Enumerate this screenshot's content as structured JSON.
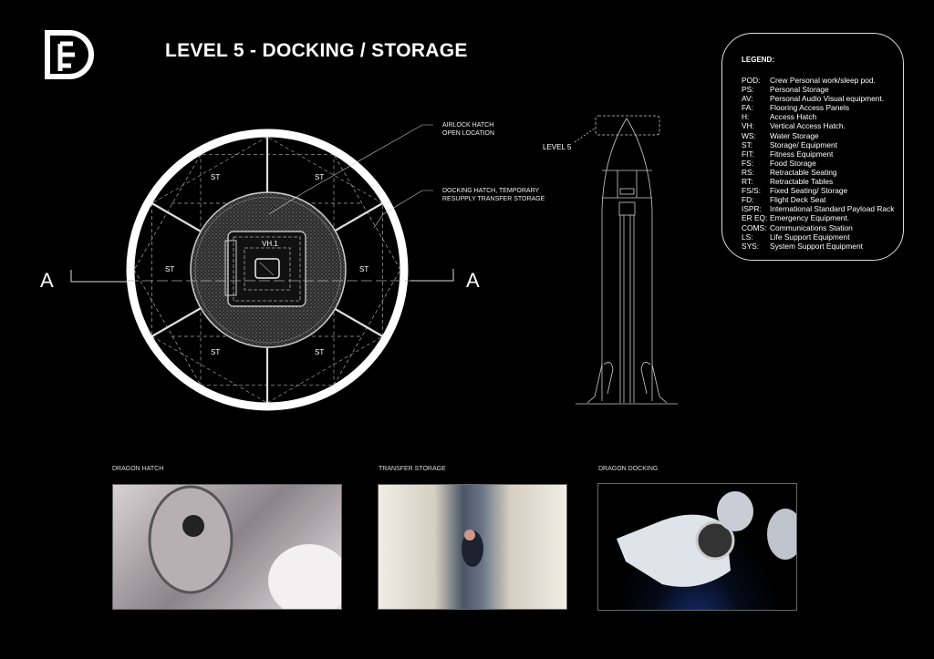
{
  "header": {
    "title": "LEVEL 5 - DOCKING / STORAGE",
    "logo_text": "FD"
  },
  "plan": {
    "st_labels": [
      "ST",
      "ST",
      "ST",
      "ST",
      "ST",
      "ST"
    ],
    "hatch_label": "VH.1",
    "section_left": "A",
    "section_right": "A",
    "notes": {
      "airlock_1": "AIRLOCK HATCH",
      "airlock_2": "OPEN LOCATION",
      "docking_1": "DOCKING HATCH, TEMPORARY",
      "docking_2": "RESUPPLY TRANSFER STORAGE"
    }
  },
  "elevation": {
    "level_label": "LEVEL 5"
  },
  "legend": {
    "title": "LEGEND:",
    "items": [
      {
        "k": "POD:",
        "v": "Crew Personal work/sleep pod."
      },
      {
        "k": "PS:",
        "v": "Personal Storage"
      },
      {
        "k": "AV:",
        "v": "Personal Audio Visual equipment."
      },
      {
        "k": "FA:",
        "v": "Flooring Access Panels"
      },
      {
        "k": "H:",
        "v": "Access Hatch"
      },
      {
        "k": "VH:",
        "v": "Vertical Access Hatch."
      },
      {
        "k": "WS:",
        "v": "Water Storage"
      },
      {
        "k": "ST:",
        "v": "Storage/ Equipment"
      },
      {
        "k": "FIT:",
        "v": "Fitness Equipment"
      },
      {
        "k": "FS:",
        "v": "Food Storage"
      },
      {
        "k": "RS:",
        "v": "Retractable Seating"
      },
      {
        "k": "RT:",
        "v": "Retractable Tables"
      },
      {
        "k": "FS/S:",
        "v": "Fixed Seating/ Storage"
      },
      {
        "k": "FD:",
        "v": "Flight Deck Seat"
      },
      {
        "k": "ISPR:",
        "v": "International Standard Payload Rack"
      },
      {
        "k": "ER EQ:",
        "v": "Emergency Equipment."
      },
      {
        "k": "COMS:",
        "v": "Communications Station"
      },
      {
        "k": "LS:",
        "v": "Life Support Equipment"
      },
      {
        "k": "SYS:",
        "v": "System Support Equipment"
      }
    ]
  },
  "photos": [
    {
      "caption": "DRAGON HATCH"
    },
    {
      "caption": "TRANSFER STORAGE"
    },
    {
      "caption": "DRAGON DOCKING"
    }
  ]
}
